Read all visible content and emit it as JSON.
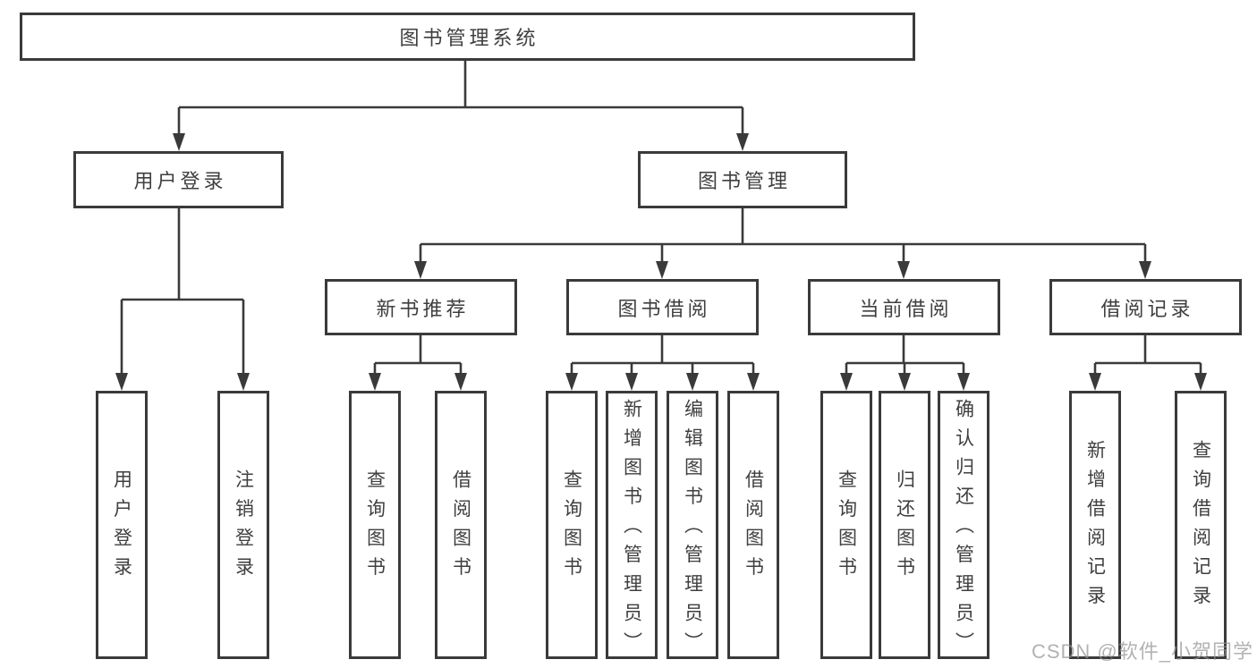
{
  "tree": {
    "root": "图书管理系统",
    "branches": [
      {
        "label": "用户登录",
        "children": [
          {
            "label": "用户登录"
          },
          {
            "label": "注销登录"
          }
        ]
      },
      {
        "label": "图书管理",
        "groups": [
          {
            "label": "新书推荐",
            "children": [
              {
                "label": "查询图书"
              },
              {
                "label": "借阅图书"
              }
            ]
          },
          {
            "label": "图书借阅",
            "children": [
              {
                "label": "查询图书"
              },
              {
                "label": "新增图书（管理员）"
              },
              {
                "label": "编辑图书（管理员）"
              },
              {
                "label": "借阅图书"
              }
            ]
          },
          {
            "label": "当前借阅",
            "children": [
              {
                "label": "查询图书"
              },
              {
                "label": "归还图书"
              },
              {
                "label": "确认归还（管理员）"
              }
            ]
          },
          {
            "label": "借阅记录",
            "children": [
              {
                "label": "新增借阅记录"
              },
              {
                "label": "查询借阅记录"
              }
            ]
          }
        ]
      }
    ]
  },
  "watermark": {
    "text": "CSDN @软件_小贺同学"
  },
  "colors": {
    "line": "#3a3a3a",
    "text": "#3f3f3f",
    "watermark": "#949494"
  }
}
